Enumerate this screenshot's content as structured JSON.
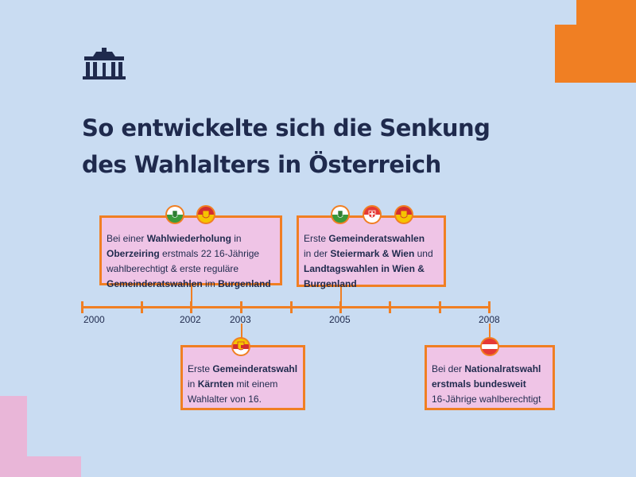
{
  "title": {
    "line1": "So entwickelte sich die Senkung",
    "line2": "des Wahlalters in Österreich"
  },
  "logo_icon": "parliament-building-icon",
  "timeline": {
    "years": [
      "2000",
      "2002",
      "2003",
      "2005",
      "2008"
    ]
  },
  "events": {
    "e2002": {
      "flags": [
        "styria-flag-icon",
        "burgenland-flag-icon"
      ],
      "lines": [
        [
          {
            "t": "Bei einer ",
            "b": false
          },
          {
            "t": "Wahlwiederholung",
            "b": true
          },
          {
            "t": " in",
            "b": false
          }
        ],
        [
          {
            "t": "Oberzeiring",
            "b": true
          },
          {
            "t": " erstmals 22 16-Jährige",
            "b": false
          }
        ],
        [
          {
            "t": "wahlberechtigt & erste reguläre",
            "b": false
          }
        ],
        [
          {
            "t": "Gemeinderatswahlen",
            "b": true
          },
          {
            "t": " im ",
            "b": false
          },
          {
            "t": "Burgenland",
            "b": true
          }
        ]
      ]
    },
    "e2005": {
      "flags": [
        "styria-flag-icon",
        "vienna-flag-icon",
        "burgenland-flag-icon"
      ],
      "lines": [
        [
          {
            "t": "Erste ",
            "b": false
          },
          {
            "t": "Gemeinderatswahlen",
            "b": true
          }
        ],
        [
          {
            "t": "in der ",
            "b": false
          },
          {
            "t": "Steiermark & Wien",
            "b": true
          },
          {
            "t": " und",
            "b": false
          }
        ],
        [
          {
            "t": "Landtagswahlen in Wien &",
            "b": true
          }
        ],
        [
          {
            "t": "Burgenland",
            "b": true
          }
        ]
      ]
    },
    "e2003": {
      "flags": [
        "carinthia-flag-icon"
      ],
      "lines": [
        [
          {
            "t": "Erste ",
            "b": false
          },
          {
            "t": "Gemeinderatswahl",
            "b": true
          }
        ],
        [
          {
            "t": "in ",
            "b": false
          },
          {
            "t": "Kärnten",
            "b": true
          },
          {
            "t": " mit einem",
            "b": false
          }
        ],
        [
          {
            "t": "Wahlalter von 16.",
            "b": false
          }
        ]
      ]
    },
    "e2008": {
      "flags": [
        "austria-flag-icon"
      ],
      "lines": [
        [
          {
            "t": "Bei der ",
            "b": false
          },
          {
            "t": "Nationalratswahl",
            "b": true
          }
        ],
        [
          {
            "t": "erstmals bundesweit",
            "b": true
          }
        ],
        [
          {
            "t": "16-Jährige wahlberechtigt",
            "b": false
          }
        ]
      ]
    }
  },
  "colors": {
    "background": "#c9dcf2",
    "accent": "#f07f23",
    "card_fill": "#efc4e6",
    "text": "#1f2a4d",
    "corner_pink": "#e9b6d8"
  }
}
